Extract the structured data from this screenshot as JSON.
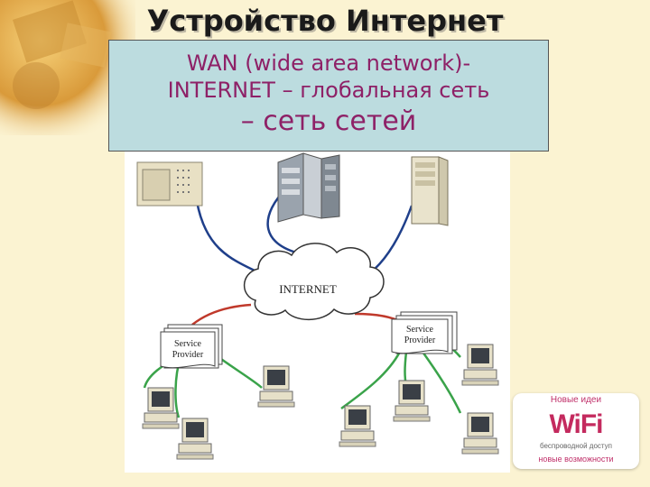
{
  "title": "Устройство Интернет",
  "callout": {
    "line1": "WAN (wide area network)-",
    "line2": "INTERNET – глобальная сеть",
    "line3": "– сеть сетей"
  },
  "diagram": {
    "cloud_label": "INTERNET",
    "provider_left": [
      "Service",
      "Provider"
    ],
    "provider_right": [
      "Service",
      "Provider"
    ],
    "colors": {
      "link_blue": "#1f3f8a",
      "link_red": "#c0392b",
      "link_green": "#3aa34a"
    }
  },
  "wifi_logo": {
    "top_text": "Новые идеи",
    "word": "WiFi",
    "sub_text": "беспроводной доступ",
    "bottom_text": "новые возможности"
  }
}
